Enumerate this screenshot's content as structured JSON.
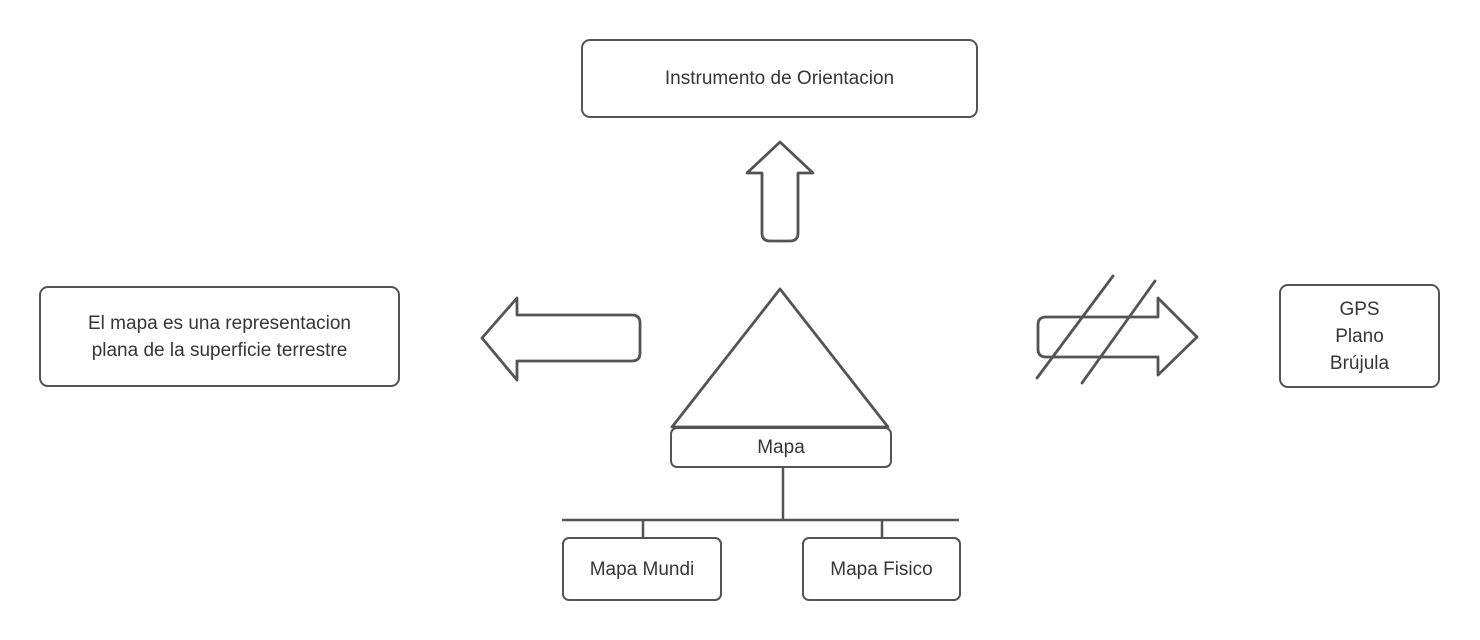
{
  "diagram": {
    "nodes": {
      "instrumento": {
        "label": "Instrumento de Orientacion"
      },
      "definicion": {
        "label": "El mapa es una representacion\nplana de la superficie terrestre"
      },
      "mapa": {
        "label": "Mapa"
      },
      "gps_lista": {
        "label": "GPS\nPlano\nBrújula"
      },
      "mapa_mundi": {
        "label": "Mapa Mundi"
      },
      "mapa_fisico": {
        "label": "Mapa Fisico"
      }
    },
    "icons": {
      "up_arrow": "block-arrow-up",
      "left_arrow": "block-arrow-left",
      "right_arrow": "block-arrow-right-crossed",
      "triangle": "triangle-outline",
      "tree_connector": "tree-connector"
    },
    "colors": {
      "stroke": "#545454",
      "text": "#363636",
      "background": "#ffffff"
    }
  }
}
